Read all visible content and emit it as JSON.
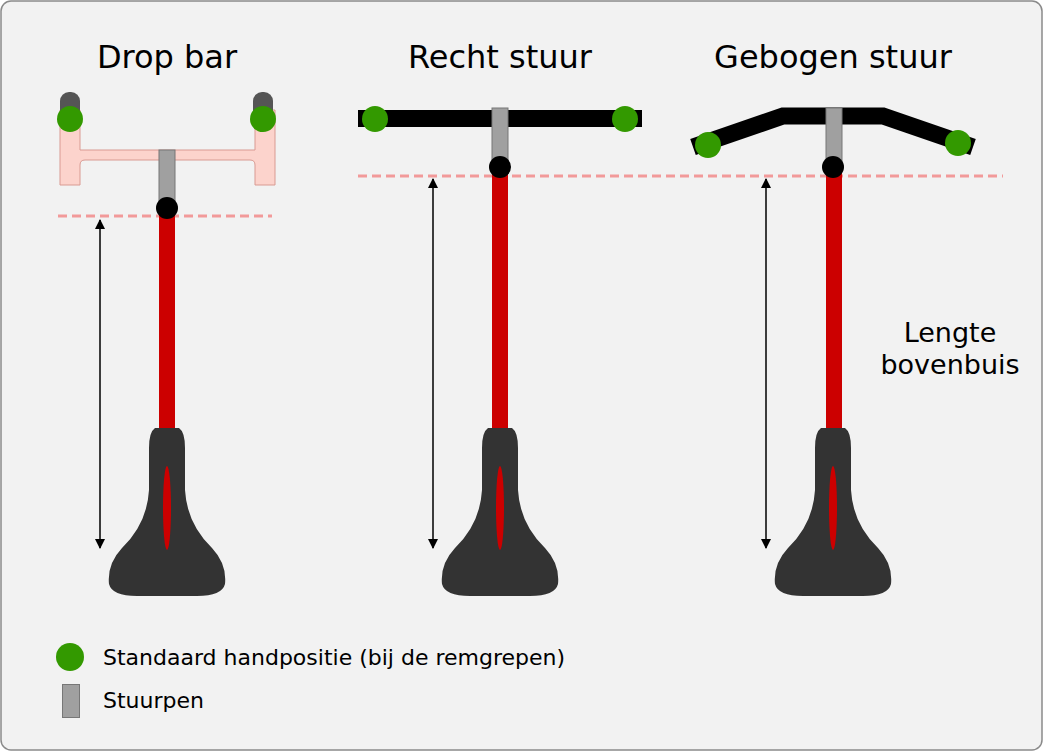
{
  "diagram": {
    "labels": [
      "Drop bar",
      "Recht stuur",
      "Gebogen stuur",
      "Lengte bovenbuis"
    ],
    "legend": [
      {
        "text": "Standaard handpositie (bij de remgrepen)",
        "color": "#339900"
      },
      {
        "text": "Stuurpen",
        "color": "#a0a0a0"
      }
    ]
  }
}
